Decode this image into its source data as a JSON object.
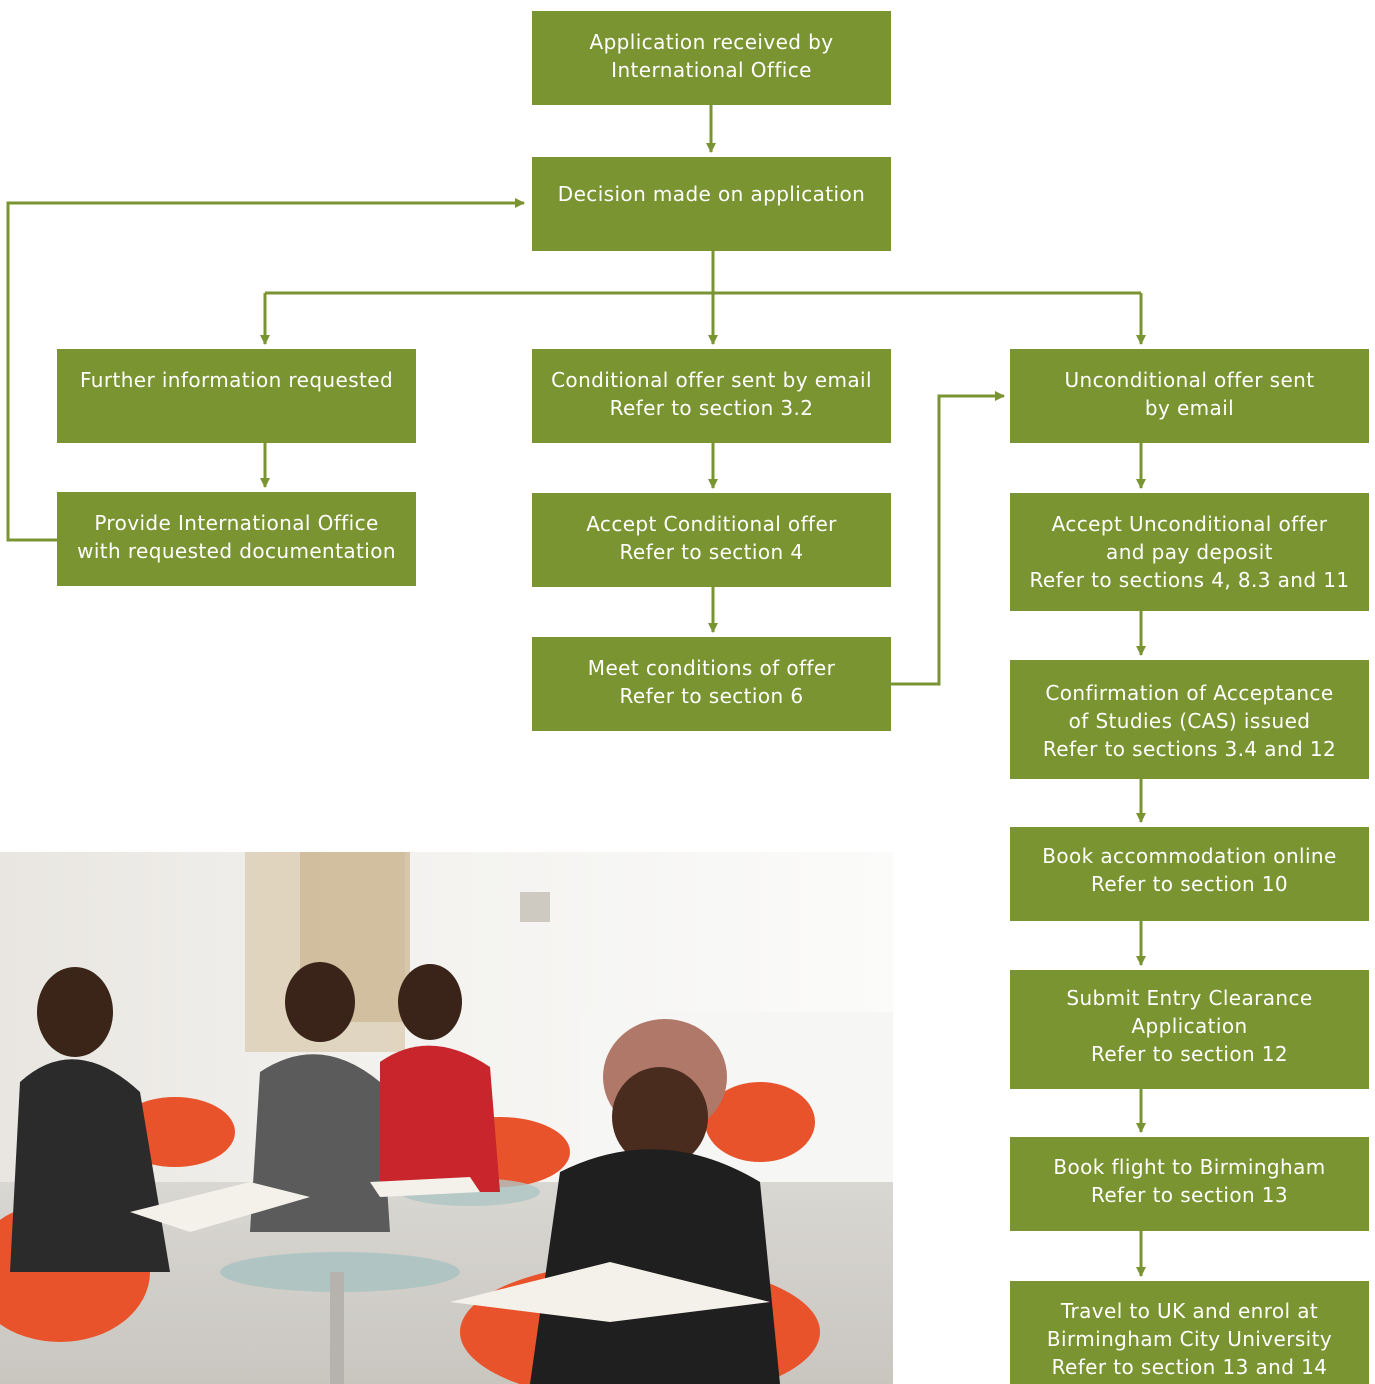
{
  "colors": {
    "box_fill": "#7a9432",
    "box_text": "#ffffff",
    "arrow": "#7a9432"
  },
  "boxes": {
    "received": {
      "lines": [
        "Application received by",
        "International Office"
      ]
    },
    "decision": {
      "lines": [
        "Decision made on application"
      ]
    },
    "further_info": {
      "lines": [
        "Further information requested"
      ]
    },
    "provide_docs": {
      "lines": [
        "Provide International Office",
        "with requested documentation"
      ]
    },
    "conditional": {
      "lines": [
        "Conditional offer sent by email",
        "Refer to section 3.2"
      ]
    },
    "accept_cond": {
      "lines": [
        "Accept Conditional offer",
        "Refer to section 4"
      ]
    },
    "meet_cond": {
      "lines": [
        "Meet conditions of offer",
        "Refer to section 6"
      ]
    },
    "unconditional": {
      "lines": [
        "Unconditional offer sent",
        "by email"
      ]
    },
    "accept_uncond": {
      "lines": [
        "Accept Unconditional offer",
        "and pay deposit",
        "Refer to sections 4, 8.3 and 11"
      ]
    },
    "cas": {
      "lines": [
        "Confirmation of Acceptance",
        "of Studies (CAS) issued",
        "Refer to sections 3.4 and 12"
      ]
    },
    "accommodation": {
      "lines": [
        "Book accommodation online",
        "Refer to section 10"
      ]
    },
    "entry_clearance": {
      "lines": [
        "Submit Entry Clearance",
        "Application",
        "Refer to section 12"
      ]
    },
    "flight": {
      "lines": [
        "Book flight to Birmingham",
        "Refer to section 13"
      ]
    },
    "travel": {
      "lines": [
        "Travel to UK and enrol at",
        "Birmingham City University",
        "Refer to section 13 and 14"
      ]
    }
  },
  "photo": {
    "subject": "students-reading-in-lounge"
  }
}
